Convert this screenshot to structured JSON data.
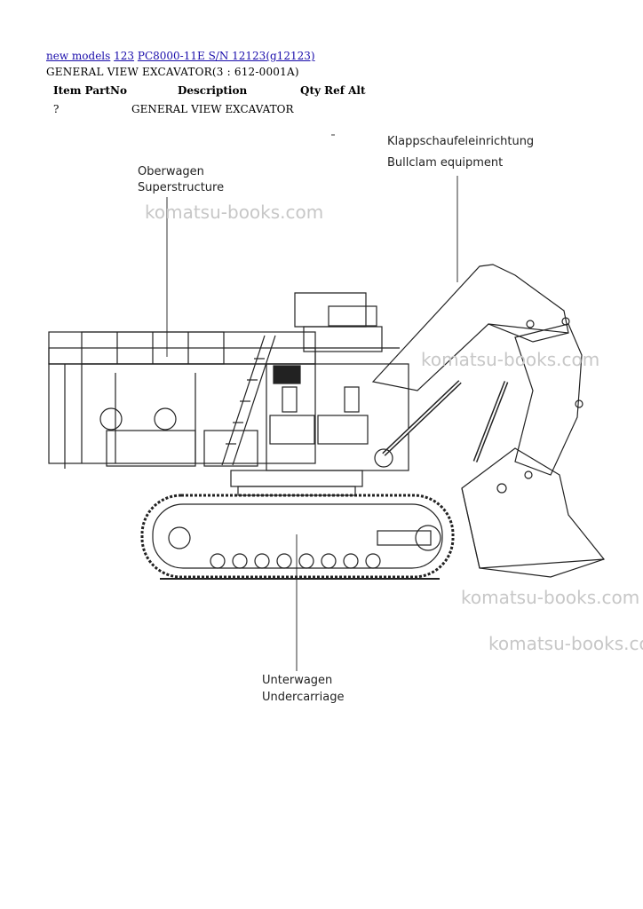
{
  "breadcrumb": {
    "link1": "new models",
    "link2": "123",
    "link3": "PC8000-11E S/N 12123(g12123)"
  },
  "subtitle": "GENERAL VIEW EXCAVATOR(3 : 612-0001A)",
  "table": {
    "headers": {
      "item_partno": "Item PartNo",
      "description": "Description",
      "qty_ref_alt": "Qty Ref Alt"
    },
    "rows": [
      {
        "item": "?",
        "description": "GENERAL VIEW EXCAVATOR"
      }
    ]
  },
  "drawing": {
    "labels": {
      "bullclam_de": "Klappschaufeleinrichtung",
      "bullclam_en": "Bullclam equipment",
      "super_de": "Oberwagen",
      "super_en": "Superstructure",
      "under_de": "Unterwagen",
      "under_en": "Undercarriage"
    },
    "watermarks": [
      "komatsu-books.com",
      "komatsu-books.com",
      "komatsu-books.com",
      "komatsu-books.com"
    ]
  }
}
